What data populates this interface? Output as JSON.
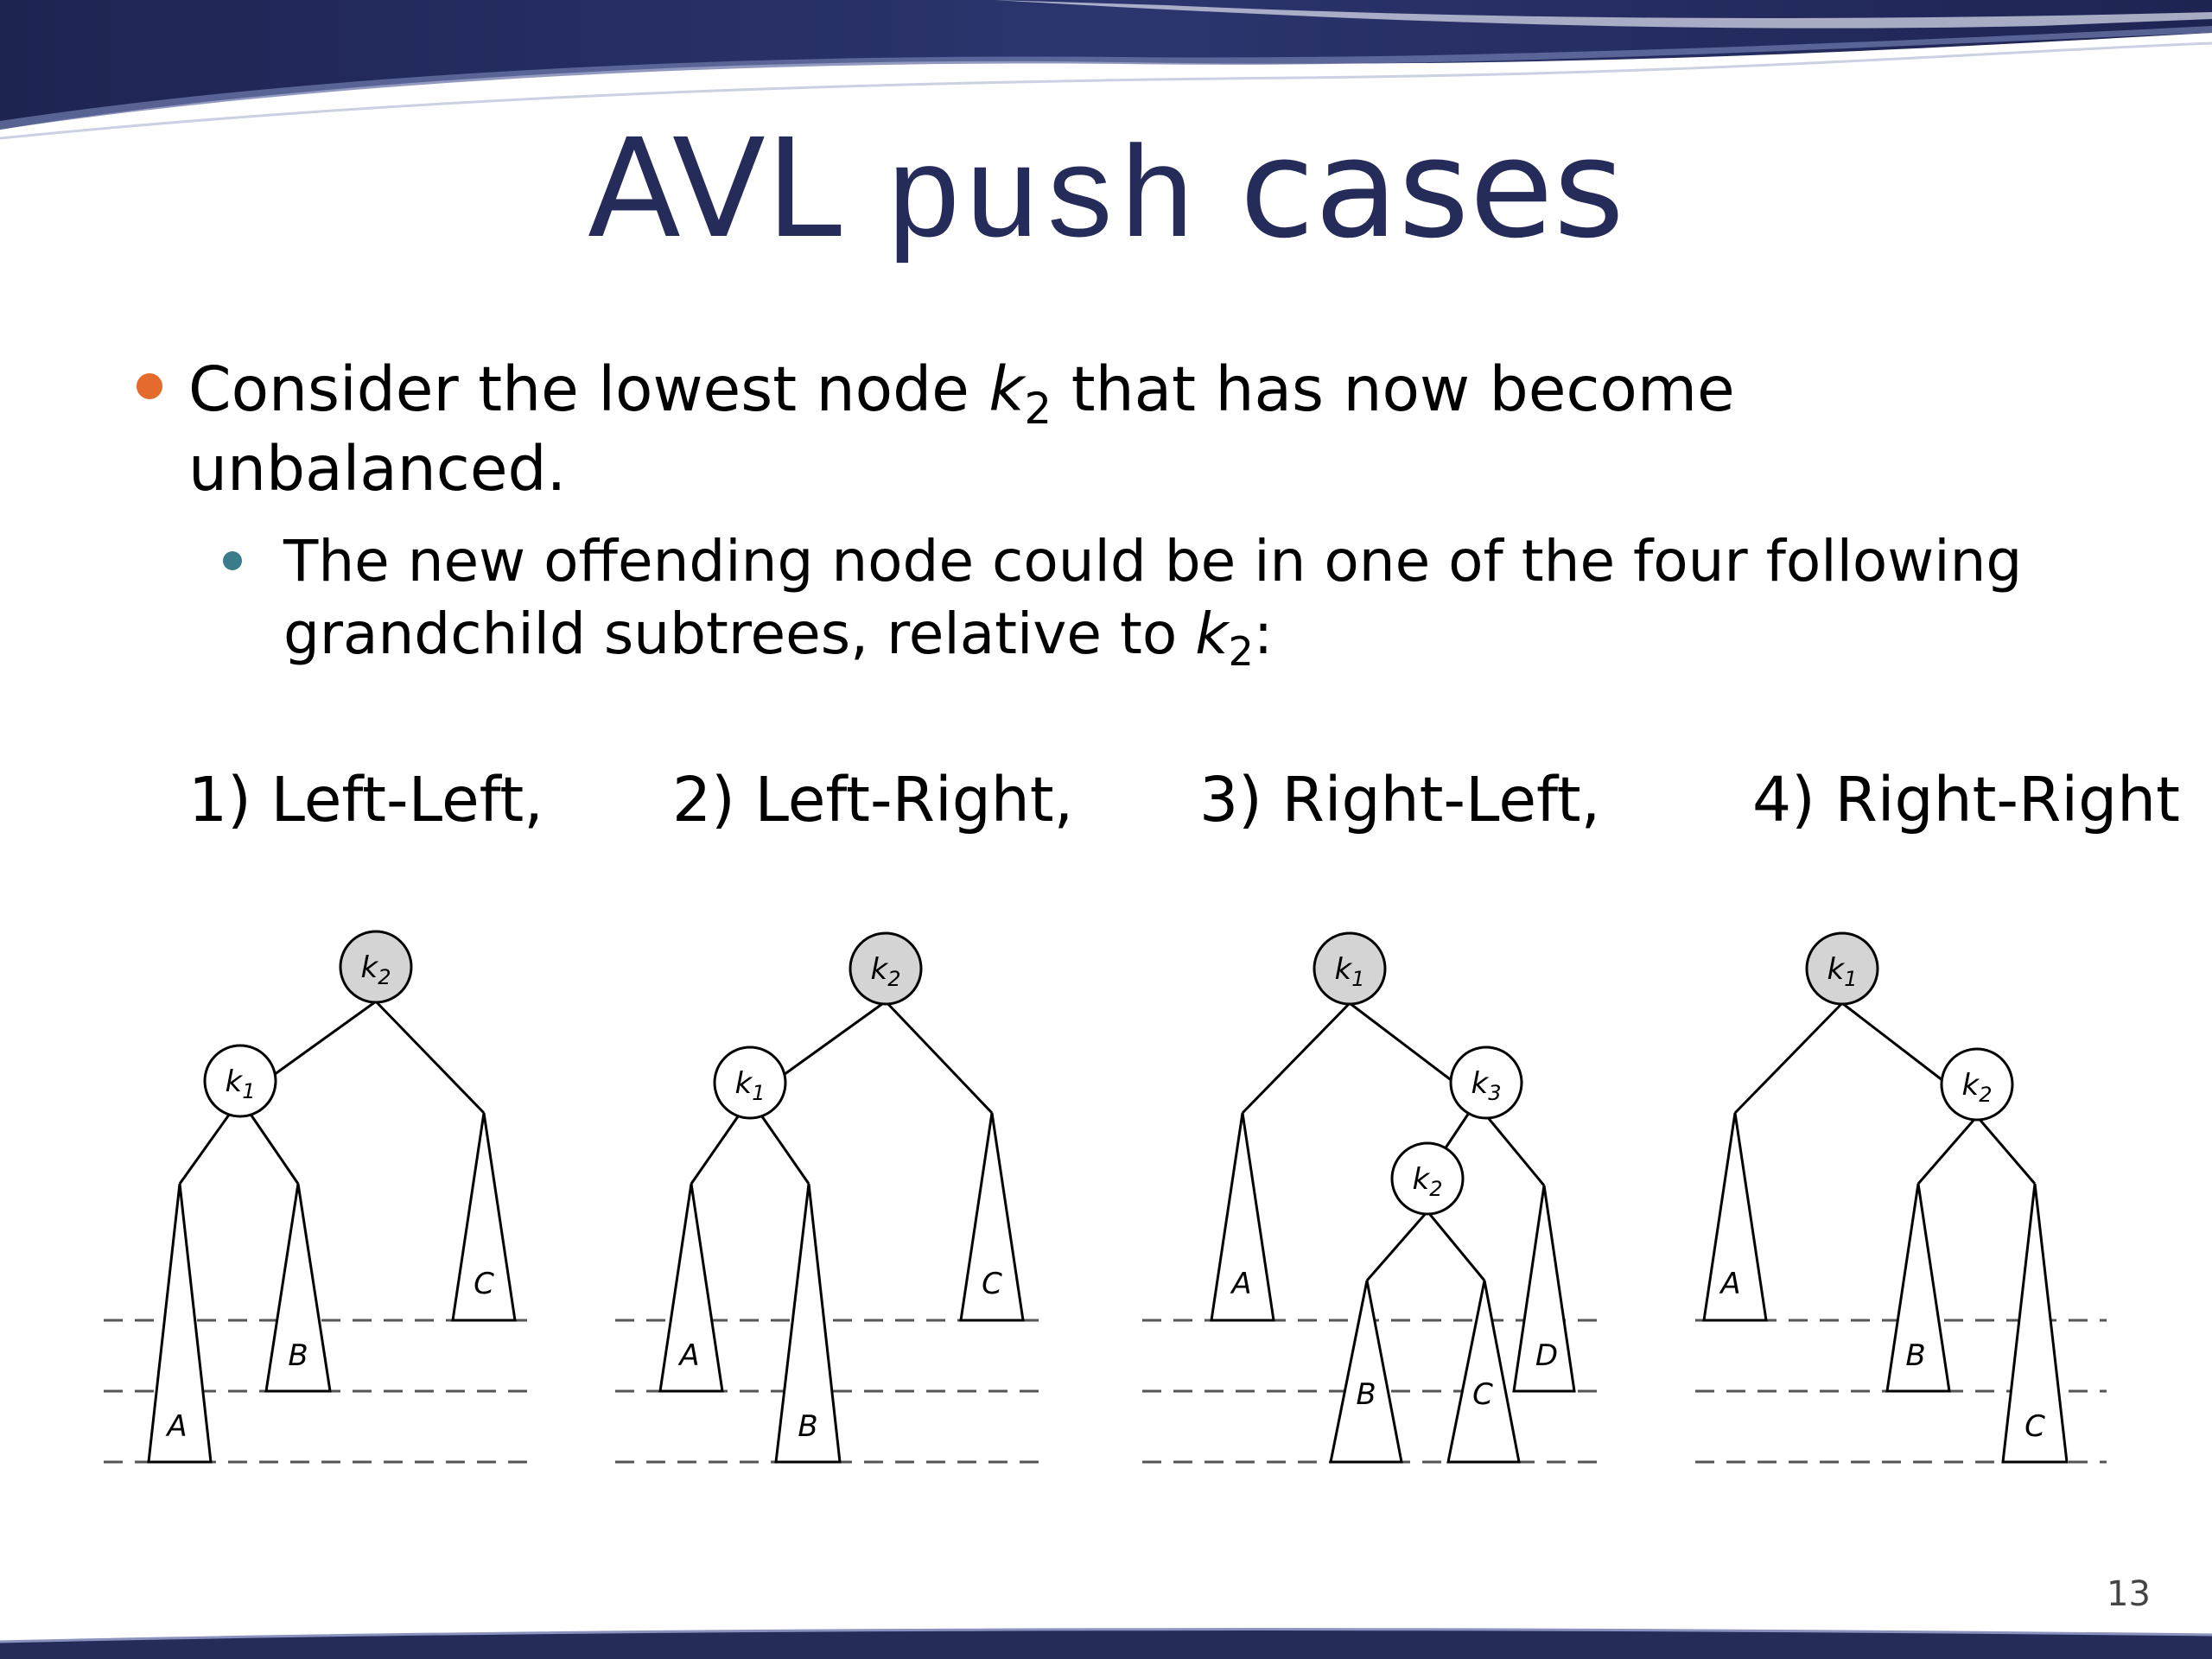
{
  "title": {
    "part1": "AVL",
    "part2": "push",
    "part3": "cases"
  },
  "bullets": {
    "b1": {
      "text_a": "Consider the lowest node ",
      "var": "k",
      "sub": "2",
      "text_b": " that has now become",
      "cont": "unbalanced."
    },
    "b2": {
      "text": "The new offending node could be in one of the four following",
      "cont_a": "grandchild subtrees, relative to ",
      "var": "k",
      "sub": "2",
      "cont_b": ":"
    }
  },
  "cases": [
    "1) Left-Left,",
    "2) Left-Right,",
    "3) Right-Left,",
    "4) Right-Right"
  ],
  "diagram": {
    "trees": [
      {
        "nodes": [
          {
            "v": "k",
            "s": "2"
          },
          {
            "v": "k",
            "s": "1"
          }
        ],
        "subtrees": [
          "A",
          "B",
          "C"
        ]
      },
      {
        "nodes": [
          {
            "v": "k",
            "s": "2"
          },
          {
            "v": "k",
            "s": "1"
          }
        ],
        "subtrees": [
          "A",
          "B",
          "C"
        ]
      },
      {
        "nodes": [
          {
            "v": "k",
            "s": "1"
          },
          {
            "v": "k",
            "s": "3"
          },
          {
            "v": "k",
            "s": "2"
          }
        ],
        "subtrees": [
          "A",
          "B",
          "C",
          "D"
        ]
      },
      {
        "nodes": [
          {
            "v": "k",
            "s": "1"
          },
          {
            "v": "k",
            "s": "2"
          }
        ],
        "subtrees": [
          "A",
          "B",
          "C"
        ]
      }
    ]
  },
  "page_number": "13",
  "colors": {
    "title": "#252c59",
    "banner": "#252c59",
    "bullet1": "#e46b2b",
    "bullet2": "#3b7c8c",
    "node_fill_root": "#d4d4d4"
  }
}
